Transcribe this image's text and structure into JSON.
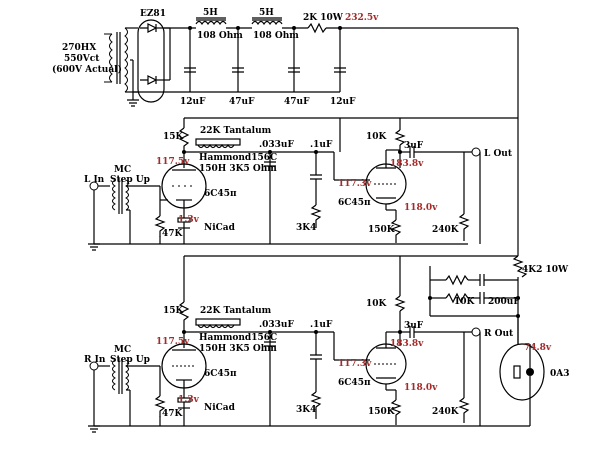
{
  "power_supply": {
    "transformer": "270HX",
    "transformer_rating": "550Vct",
    "transformer_actual": "(600V Actual)",
    "rectifier": "EZ81",
    "choke1": "5H",
    "choke1_res": "108 Ohm",
    "choke2": "5H",
    "choke2_res": "108 Ohm",
    "dropper": "2K 10W",
    "b_plus": "232.5v",
    "caps": [
      "12uF",
      "47uF",
      "47uF",
      "12uF"
    ]
  },
  "left": {
    "plate_res": "15K",
    "tantalum": "22K Tantalum",
    "choke": "Hammond156C",
    "choke_spec": "150H 3K5 Ohm",
    "v1_plate": "117.5v",
    "input": "L In",
    "mc": "MC",
    "stepup": "Step Up",
    "tube1": "6C45π",
    "cathode_v": "1.3v",
    "nicad": "NiCad",
    "grid_res": "47K",
    "cap1": ".033uF",
    "cap2": ".1uF",
    "grid2_res": "3K4",
    "v2_plate": "183.8v",
    "v2_grid": "117.3v",
    "tube2": "6C45π",
    "v2_cathode": "118.0v",
    "res10k": "10K",
    "out_cap": "3uF",
    "output": "L Out",
    "cath_res": "150K",
    "load_res": "240K"
  },
  "right": {
    "plate_res": "15K",
    "tantalum": "22K Tantalum",
    "choke": "Hammond156C",
    "choke_spec": "150H 3K5 Ohm",
    "v1_plate": "117.5v",
    "input": "R In",
    "mc": "MC",
    "stepup": "Step Up",
    "tube1": "6C45π",
    "cathode_v": "1.3v",
    "nicad": "NiCad",
    "grid_res": "47K",
    "cap1": ".033uF",
    "cap2": ".1uF",
    "grid2_res": "3K4",
    "v2_plate": "183.8v",
    "v2_grid": "117.3v",
    "tube2": "6C45π",
    "v2_cathode": "118.0v",
    "res10k": "10K",
    "out_cap": "3uF",
    "output": "R Out",
    "cath_res": "150K",
    "load_res": "240K"
  },
  "regulator": {
    "dropper": "4K2 10W",
    "res10k": "10K",
    "cap": "200uF",
    "voltage": "74.8v",
    "tube": "0A3"
  }
}
